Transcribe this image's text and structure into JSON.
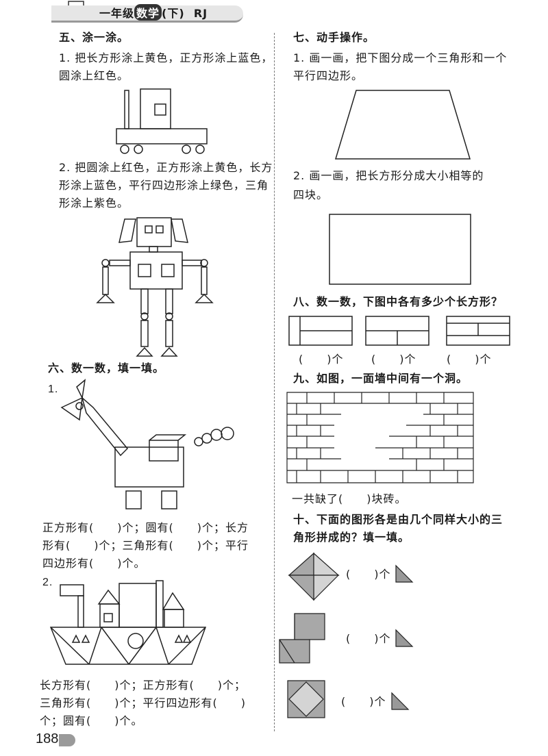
{
  "header": {
    "grade_text": "一年级",
    "subject_badge": "数学",
    "term": "(下)",
    "edition": "RJ"
  },
  "left": {
    "s5": {
      "title": "五、涂一涂。",
      "q1": [
        "1. 把长方形涂上黄色，正方形涂上蓝色，",
        "圆涂上红色。"
      ],
      "q2": [
        "2. 把圆涂上红色，正方形涂上黄色，长方",
        "形涂上蓝色，平行四边形涂上绿色，三角",
        "形涂上紫色。"
      ]
    },
    "s6": {
      "title": "六、数一数，填一填。",
      "q1_label": "1.",
      "q1_lines": [
        "正方形有(　　)个；圆有(　　)个；长方",
        "形有(　　)个；三角形有(　　)个；平行",
        "四边形有(　　)个。"
      ],
      "q2_label": "2.",
      "q2_lines": [
        "长方形有(　　)个；正方形有(　　)个；",
        "三角形有(　　)个；平行四边形有(　　)",
        "个；圆有(　　)个。"
      ]
    }
  },
  "right": {
    "s7": {
      "title": "七、动手操作。",
      "q1": [
        "1. 画一画，把下图分成一个三角形和一个",
        "平行四边形。"
      ],
      "q2": [
        "2. 画一画，把长方形分成大小相等的",
        "四块。"
      ]
    },
    "s8": {
      "title": "八、数一数，下图中各有多少个长方形？",
      "blanks": [
        "(　　)个",
        "(　　)个",
        "(　　)个"
      ]
    },
    "s9": {
      "title": "九、如图，一面墙中间有一个洞。",
      "answer": "一共缺了(　　)块砖。"
    },
    "s10": {
      "title": [
        "十、下面的图形各是由几个同样大小的三",
        "角形拼成的？填一填。"
      ],
      "blanks": [
        "(　　)个",
        "(　　)个",
        "(　　)个"
      ]
    }
  },
  "footer": {
    "page_number": "188"
  }
}
